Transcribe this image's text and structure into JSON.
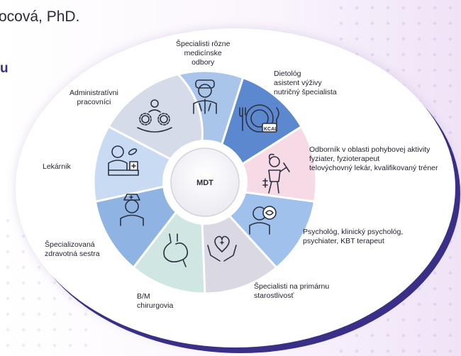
{
  "header": {
    "name_fragment": "ocová, PhD.",
    "title_fragment": "u"
  },
  "center_label": "MDT",
  "segments": [
    {
      "id": "specialisti",
      "lines": [
        "Špecialisti rôzne",
        "medicínske",
        "odbory"
      ],
      "color": "#a9c6ea",
      "icon": "doctor-icon"
    },
    {
      "id": "dietolog",
      "lines": [
        "Dietológ",
        "asistent výživy",
        "nutričný špecialista"
      ],
      "color": "#5b88cf",
      "icon": "kcal-plate-icon"
    },
    {
      "id": "pohyb",
      "lines": [
        "Odborník v oblasti pohybovej aktivity",
        "fyziater, fyzioterapeut",
        "telovýchovný lekár, kvalifikovaný tréner"
      ],
      "color": "#f6dbe7",
      "icon": "fitness-woman-icon"
    },
    {
      "id": "psycholog",
      "lines": [
        "Psychológ, klinický psychológ,",
        "psychiater, KBT terapeut"
      ],
      "color": "#9fc1ec",
      "icon": "psychologist-icon"
    },
    {
      "id": "primarna",
      "lines": [
        "Špecialisti na primárnu",
        "starostlivosť"
      ],
      "color": "#d9d8e3",
      "icon": "heart-hands-icon"
    },
    {
      "id": "chirurgia",
      "lines": [
        "B/M",
        "chirurgovia"
      ],
      "color": "#cfe6e2",
      "icon": "stomach-icon"
    },
    {
      "id": "sestra",
      "lines": [
        "Špecializovaná",
        "zdravotná sestra"
      ],
      "color": "#8fb3e3",
      "icon": "nurse-icon"
    },
    {
      "id": "lekarnik",
      "lines": [
        "Lekárnik"
      ],
      "color": "#c8dbf3",
      "icon": "pharmacist-icon"
    },
    {
      "id": "admin",
      "lines": [
        "Administratívni",
        "pracovníci"
      ],
      "color": "#d5dbe8",
      "icon": "team-gears-icon"
    }
  ]
}
